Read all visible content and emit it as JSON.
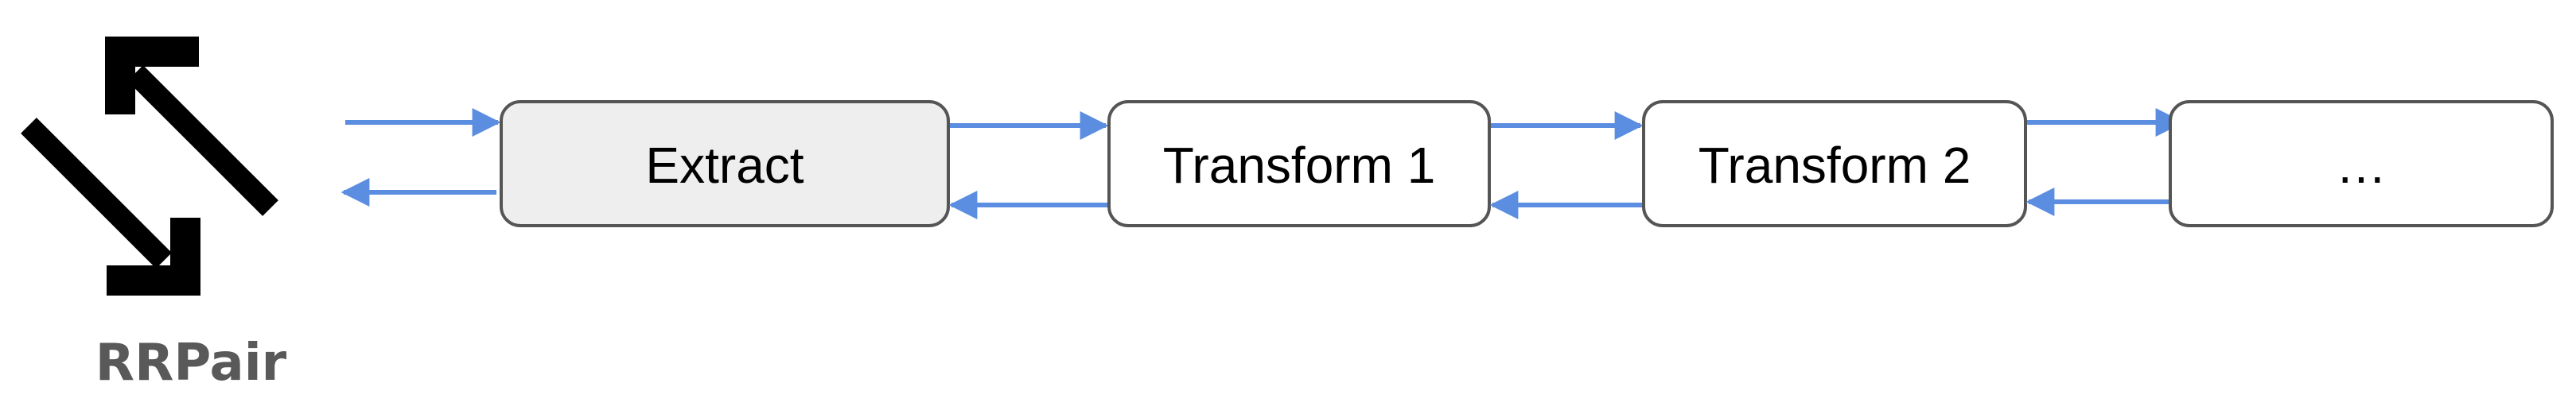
{
  "diagram": {
    "caption": "RRPair",
    "stages": [
      {
        "label": "Extract",
        "fill": "#eeeeee"
      },
      {
        "label": "Transform 1",
        "fill": "#ffffff"
      },
      {
        "label": "Transform 2",
        "fill": "#ffffff"
      },
      {
        "label": "…",
        "fill": "#ffffff"
      }
    ],
    "colors": {
      "arrow": "#5b8de0",
      "box_stroke": "#555555",
      "icon": "#000000",
      "caption": "#595959"
    },
    "icon": "bidirectional-diagonal-arrows-icon"
  }
}
